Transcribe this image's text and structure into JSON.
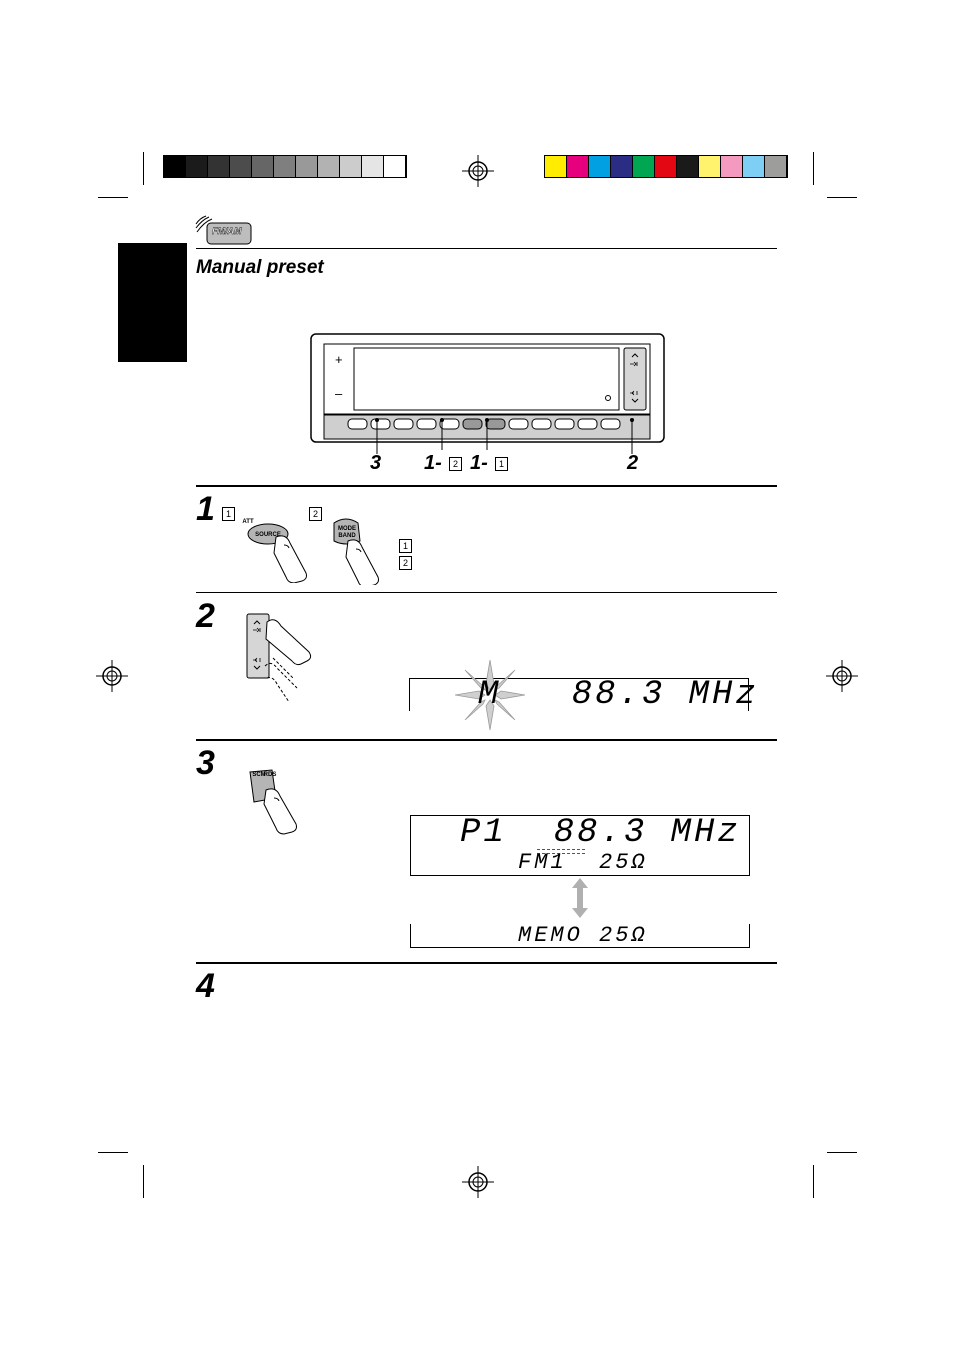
{
  "header": {
    "icon_label": "FM/AM",
    "section_title": "Manual preset"
  },
  "colors": {
    "gray_bar": [
      "#000000",
      "#1b1b1b",
      "#333333",
      "#4c4c4c",
      "#666666",
      "#7f7f7f",
      "#999999",
      "#b2b2b2",
      "#cccccc",
      "#e5e5e5",
      "#ffffff"
    ],
    "color_bar": [
      "#ffec00",
      "#e6007e",
      "#00a0e3",
      "#2b2c83",
      "#00a651",
      "#e30613",
      "#1a1a1a",
      "#fff36d",
      "#f49ac1",
      "#7fcff4",
      "#9d9d9c"
    ]
  },
  "panel": {
    "plus": "+",
    "minus": "–",
    "callouts": {
      "c3": "3",
      "c1b_prefix": "1-",
      "c1b_box": "2",
      "c1a_prefix": "1-",
      "c1a_box": "1",
      "c2": "2"
    }
  },
  "steps": [
    {
      "number": "1",
      "sub_a": "1",
      "sub_b": "2",
      "button_att": "ATT",
      "button_source": "SOURCE",
      "button_mode": "MODE",
      "button_band": "BAND",
      "legend_a": "1",
      "legend_b": "2"
    },
    {
      "number": "2",
      "display": "M   88.3 MHz"
    },
    {
      "number": "3",
      "button_scm": "SCM",
      "button_rds": "RDS",
      "display_main": "P1  88.3 MHz",
      "display_sub": "FM1  25Ω",
      "display_alt": "MEMO 25Ω"
    },
    {
      "number": "4"
    }
  ]
}
